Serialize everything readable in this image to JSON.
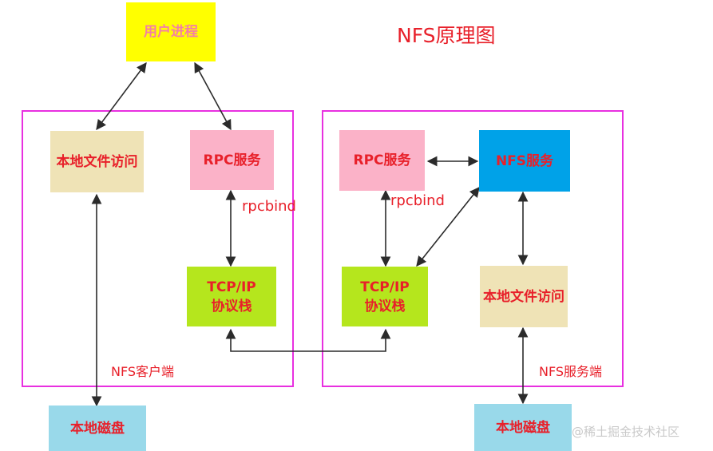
{
  "title": "NFS原理图",
  "colors": {
    "frame": "#e830e0",
    "text": "#e8202a",
    "user_process": "#ffff00",
    "local_access": "#efe3b6",
    "rpc": "#fbb2c8",
    "tcp": "#b5e61d",
    "nfs_service": "#00a2e8",
    "disk": "#99d9ea"
  },
  "user_process": "用户进程",
  "client": {
    "label": "NFS客户端",
    "local_access": "本地文件访问",
    "rpc": "RPC服务",
    "rpcbind": "rpcbind",
    "tcp_line1": "TCP/IP",
    "tcp_line2": "协议栈",
    "disk": "本地磁盘"
  },
  "server": {
    "label": "NFS服务端",
    "rpc": "RPC服务",
    "nfs": "NFS服务",
    "rpcbind": "rpcbind",
    "tcp_line1": "TCP/IP",
    "tcp_line2": "协议栈",
    "local_access": "本地文件访问",
    "disk": "本地磁盘"
  },
  "watermark": "@稀土掘金技术社区"
}
